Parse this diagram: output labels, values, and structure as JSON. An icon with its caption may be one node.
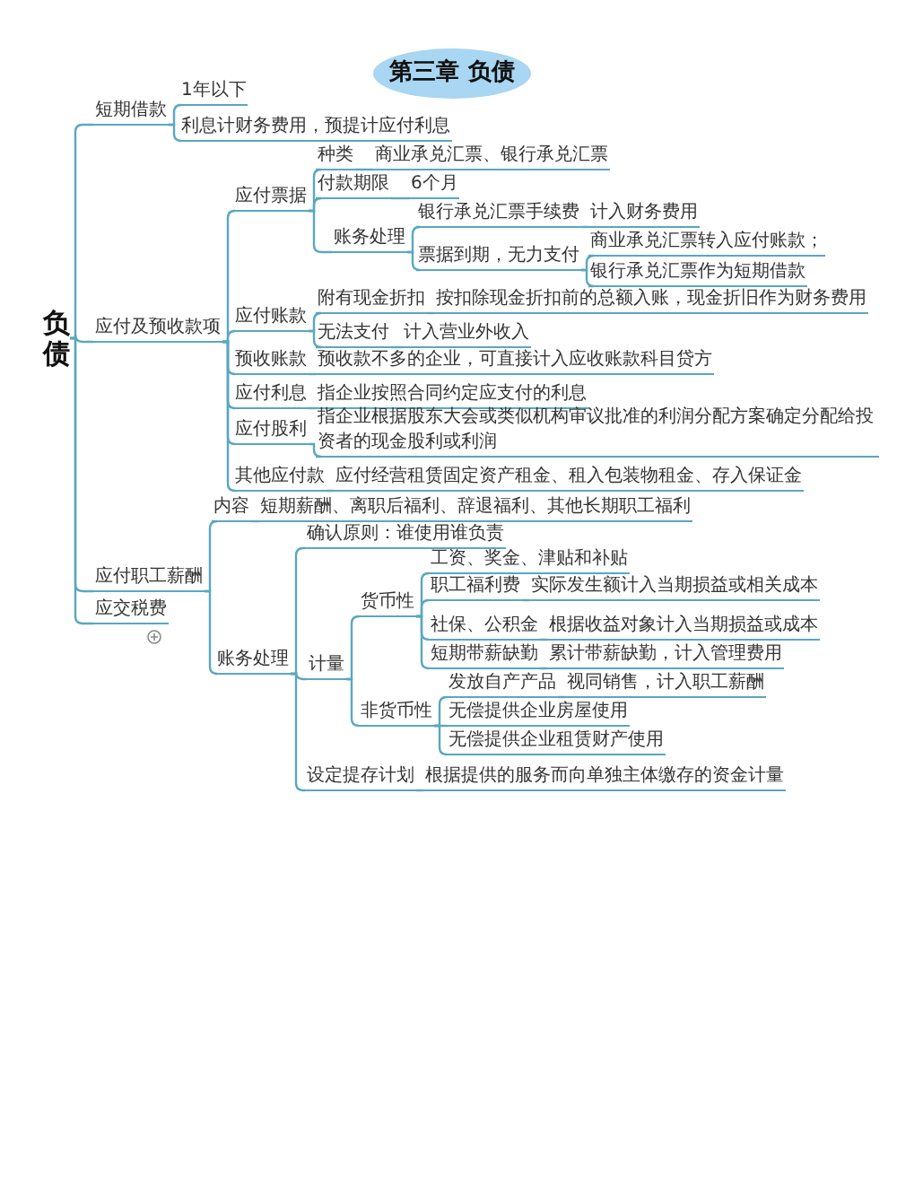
{
  "diagram": {
    "title": "第三章 负债",
    "nodes": [
      {
        "text": [
          "负债"
        ]
      },
      {
        "text": [
          "短期借款"
        ]
      },
      {
        "text": [
          "1年以下"
        ]
      },
      {
        "text": [
          "利息计财务费用，预提计应付利息"
        ]
      },
      {
        "text": [
          "应付及预收款项"
        ]
      },
      {
        "text": [
          "应付票据"
        ]
      },
      {
        "text": [
          "种类"
        ]
      },
      {
        "text": [
          "商业承兑汇票、银行承兑汇票"
        ]
      },
      {
        "text": [
          "付款期限"
        ]
      },
      {
        "text": [
          "6个月"
        ]
      },
      {
        "text": [
          "账务处理"
        ]
      },
      {
        "text": [
          "银行承兑汇票手续费"
        ]
      },
      {
        "text": [
          "计入财务费用"
        ]
      },
      {
        "text": [
          "票据到期，无力支付"
        ]
      },
      {
        "text": [
          "商业承兑汇票转入应付账款；"
        ]
      },
      {
        "text": [
          "银行承兑汇票作为短期借款"
        ]
      },
      {
        "text": [
          "应付账款"
        ]
      },
      {
        "text": [
          "附有现金折扣"
        ]
      },
      {
        "text": [
          "按扣除现金折扣前的总额入账，现金折旧作为财务费用"
        ]
      },
      {
        "text": [
          "无法支付"
        ]
      },
      {
        "text": [
          "计入营业外收入"
        ]
      },
      {
        "text": [
          "预收账款"
        ]
      },
      {
        "text": [
          "预收款不多的企业，可直接计入应收账款科目贷方"
        ]
      },
      {
        "text": [
          "应付利息"
        ]
      },
      {
        "text": [
          "指企业按照合同约定应支付的利息"
        ]
      },
      {
        "text": [
          "应付股利"
        ]
      },
      {
        "text": [
          "指企业根据股东大会或类似机构审议批准的利润分配方案确定分配给投资者的现金股利或利润"
        ]
      },
      {
        "text": [
          "其他应付款"
        ]
      },
      {
        "text": [
          "应付经营租赁固定资产租金、租入包装物租金、存入保证金"
        ]
      },
      {
        "text": [
          "应付职工薪酬"
        ]
      },
      {
        "text": [
          "内容"
        ]
      },
      {
        "text": [
          "短期薪酬、离职后福利、辞退福利、其他长期职工福利"
        ]
      },
      {
        "text": [
          "账务处理"
        ]
      },
      {
        "text": [
          "确认原则：谁使用谁负责"
        ]
      },
      {
        "text": [
          "计量"
        ]
      },
      {
        "text": [
          "货币性"
        ]
      },
      {
        "text": [
          "工资、奖金、津贴和补贴"
        ]
      },
      {
        "text": [
          "职工福利费"
        ]
      },
      {
        "text": [
          "实际发生额计入当期损益或相关成本"
        ]
      },
      {
        "text": [
          "社保、公积金"
        ]
      },
      {
        "text": [
          "根据收益对象计入当期损益或成本"
        ]
      },
      {
        "text": [
          "短期带薪缺勤"
        ]
      },
      {
        "text": [
          "累计带薪缺勤，计入管理费用"
        ]
      },
      {
        "text": [
          "非货币性"
        ]
      },
      {
        "text": [
          "发放自产产品"
        ]
      },
      {
        "text": [
          "视同销售，计入职工薪酬"
        ]
      },
      {
        "text": [
          "无偿提供企业房屋使用"
        ]
      },
      {
        "text": [
          "无偿提供企业租赁财产使用"
        ]
      },
      {
        "text": [
          "设定提存计划"
        ]
      },
      {
        "text": [
          "根据提供的服务而向单独主体缴存的资金计量"
        ]
      },
      {
        "text": [
          "应交税费"
        ]
      }
    ],
    "edges": [
      {
        "from": 0,
        "to": 1,
        "arrow": "none"
      },
      {
        "from": 1,
        "to": 2,
        "arrow": "none"
      },
      {
        "from": 1,
        "to": 3,
        "arrow": "none"
      },
      {
        "from": 0,
        "to": 4,
        "arrow": "none"
      },
      {
        "from": 4,
        "to": 5,
        "arrow": "none"
      },
      {
        "from": 5,
        "to": 6,
        "arrow": "none"
      },
      {
        "from": 6,
        "to": 7,
        "arrow": "none"
      },
      {
        "from": 5,
        "to": 8,
        "arrow": "none"
      },
      {
        "from": 8,
        "to": 9,
        "arrow": "none"
      },
      {
        "from": 5,
        "to": 10,
        "arrow": "none"
      },
      {
        "from": 10,
        "to": 11,
        "arrow": "none"
      },
      {
        "from": 11,
        "to": 12,
        "arrow": "none"
      },
      {
        "from": 10,
        "to": 13,
        "arrow": "none"
      },
      {
        "from": 13,
        "to": 14,
        "arrow": "none"
      },
      {
        "from": 13,
        "to": 15,
        "arrow": "none"
      },
      {
        "from": 4,
        "to": 16,
        "arrow": "none"
      },
      {
        "from": 16,
        "to": 17,
        "arrow": "none"
      },
      {
        "from": 17,
        "to": 18,
        "arrow": "none"
      },
      {
        "from": 16,
        "to": 19,
        "arrow": "none"
      },
      {
        "from": 19,
        "to": 20,
        "arrow": "none"
      },
      {
        "from": 4,
        "to": 21,
        "arrow": "none"
      },
      {
        "from": 21,
        "to": 22,
        "arrow": "none"
      },
      {
        "from": 4,
        "to": 23,
        "arrow": "none"
      },
      {
        "from": 23,
        "to": 24,
        "arrow": "none"
      },
      {
        "from": 4,
        "to": 25,
        "arrow": "none"
      },
      {
        "from": 25,
        "to": 26,
        "arrow": "none"
      },
      {
        "from": 4,
        "to": 27,
        "arrow": "none"
      },
      {
        "from": 27,
        "to": 28,
        "arrow": "none"
      },
      {
        "from": 0,
        "to": 29,
        "arrow": "none"
      },
      {
        "from": 29,
        "to": 30,
        "arrow": "none"
      },
      {
        "from": 30,
        "to": 31,
        "arrow": "none"
      },
      {
        "from": 29,
        "to": 32,
        "arrow": "none"
      },
      {
        "from": 32,
        "to": 33,
        "arrow": "none"
      },
      {
        "from": 32,
        "to": 34,
        "arrow": "none"
      },
      {
        "from": 34,
        "to": 35,
        "arrow": "none"
      },
      {
        "from": 35,
        "to": 36,
        "arrow": "none"
      },
      {
        "from": 35,
        "to": 37,
        "arrow": "none"
      },
      {
        "from": 37,
        "to": 38,
        "arrow": "none"
      },
      {
        "from": 35,
        "to": 39,
        "arrow": "none"
      },
      {
        "from": 39,
        "to": 40,
        "arrow": "none"
      },
      {
        "from": 35,
        "to": 41,
        "arrow": "none"
      },
      {
        "from": 41,
        "to": 42,
        "arrow": "none"
      },
      {
        "from": 34,
        "to": 43,
        "arrow": "none"
      },
      {
        "from": 43,
        "to": 44,
        "arrow": "none"
      },
      {
        "from": 44,
        "to": 45,
        "arrow": "none"
      },
      {
        "from": 43,
        "to": 46,
        "arrow": "none"
      },
      {
        "from": 43,
        "to": 47,
        "arrow": "none"
      },
      {
        "from": 32,
        "to": 48,
        "arrow": "none"
      },
      {
        "from": 48,
        "to": 49,
        "arrow": "none"
      },
      {
        "from": 0,
        "to": 50,
        "arrow": "none"
      }
    ]
  }
}
